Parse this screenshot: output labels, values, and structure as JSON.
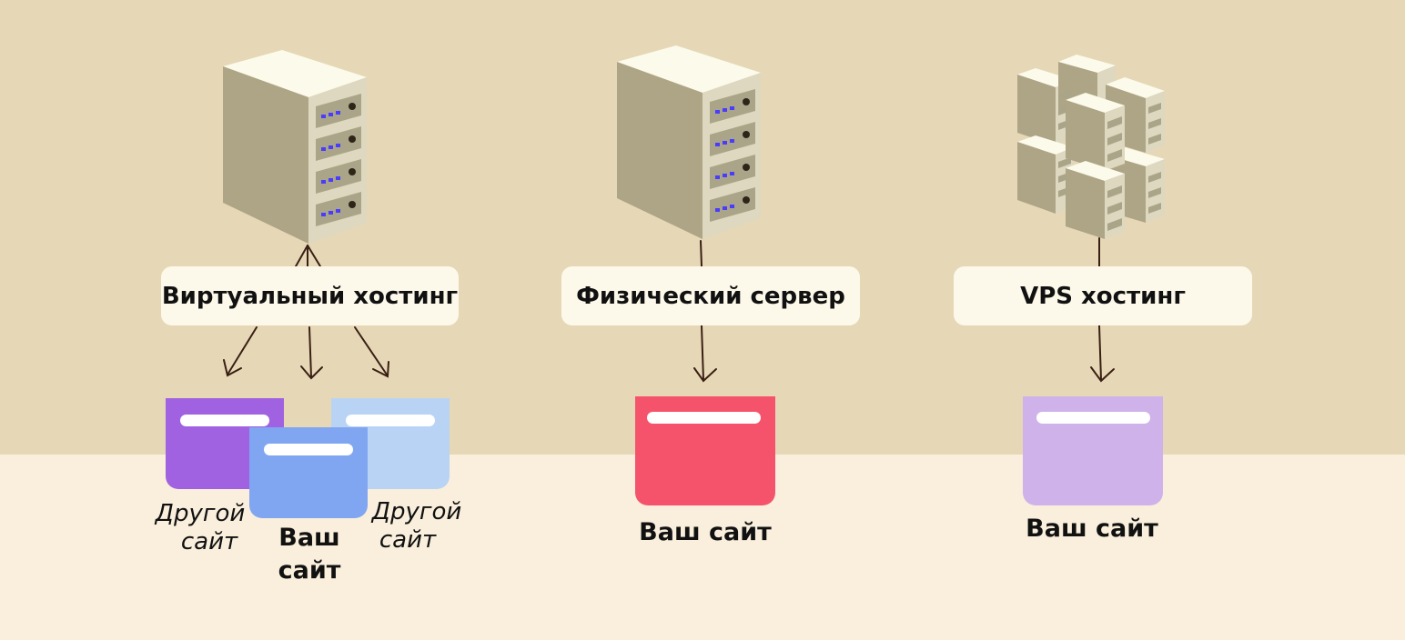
{
  "columns": [
    {
      "title": "Виртуальный хостинг",
      "icon": "single-server-icon",
      "sites": [
        {
          "caption_line1": "Другой",
          "caption_line2": "сайт",
          "color": "#a062e0"
        },
        {
          "caption_line1": "Ваш",
          "caption_line2": "сайт",
          "color": "#80a6f2"
        },
        {
          "caption_line1": "Другой",
          "caption_line2": "сайт",
          "color": "#b9d3f5"
        }
      ]
    },
    {
      "title": "Физический сервер",
      "icon": "single-server-icon",
      "sites": [
        {
          "caption": "Ваш сайт",
          "color": "#f5536c"
        }
      ]
    },
    {
      "title": "VPS хостинг",
      "icon": "server-cluster-icon",
      "sites": [
        {
          "caption": "Ваш сайт",
          "color": "#d0b2ea"
        }
      ]
    }
  ],
  "colors": {
    "background_top": "#e6d8b6",
    "background_bottom": "#f9efdc",
    "label_box": "#fdf9ea",
    "server_front": "#aea587",
    "server_side": "#ddd8bf",
    "server_top": "#fcfaeb",
    "led": "#4a3cff",
    "arrow": "#3a1f14"
  }
}
